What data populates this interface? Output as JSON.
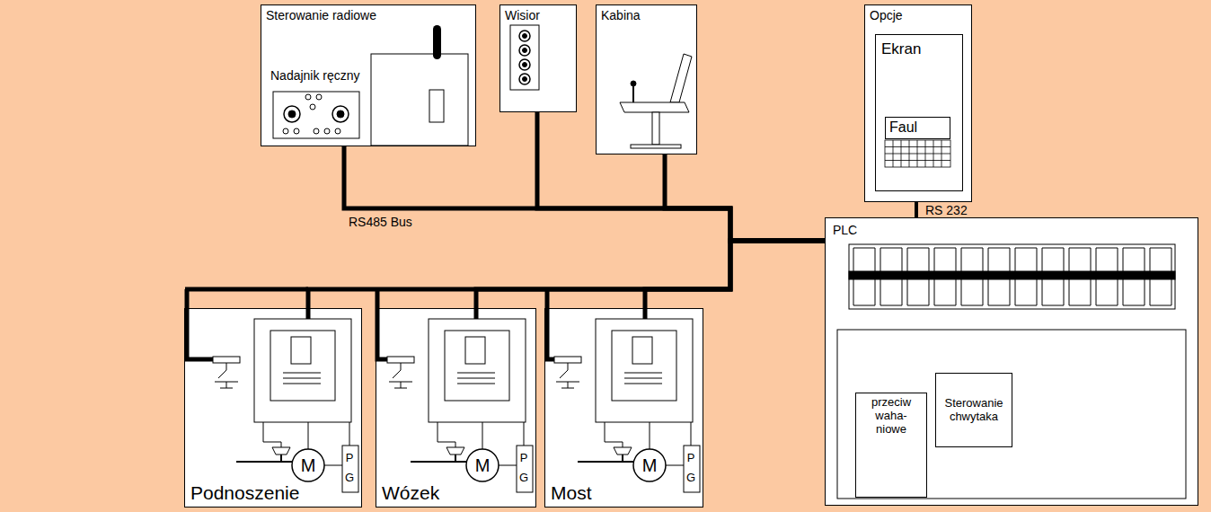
{
  "diagram": {
    "nodes": [
      {
        "text": [
          "Sterowanie radiowe"
        ]
      },
      {
        "text": [
          "Nadajnik ręczny"
        ],
        "in": 0
      },
      {
        "text": [
          "Wisior"
        ]
      },
      {
        "text": [
          "Kabina"
        ]
      },
      {
        "text": [
          "Opcje"
        ]
      },
      {
        "text": [
          "Ekran"
        ],
        "in": 4
      },
      {
        "text": [
          "Faul"
        ],
        "in": 5
      },
      {
        "text": [
          "PLC"
        ]
      },
      {
        "text": [
          "przeciw waha- niowe"
        ],
        "in": 7
      },
      {
        "text": [
          "Sterowanie chwytaka"
        ],
        "in": 7
      },
      {
        "text": [
          "Podnoszenie"
        ]
      },
      {
        "text": [
          "Wózek"
        ]
      },
      {
        "text": [
          "Most"
        ]
      }
    ],
    "edges": [
      {
        "from": 0,
        "to": 7,
        "arrow": "none"
      },
      {
        "from": 2,
        "to": 7,
        "arrow": "none"
      },
      {
        "from": 3,
        "to": 7,
        "arrow": "none"
      },
      {
        "from": 10,
        "to": 7,
        "arrow": "none"
      },
      {
        "from": 11,
        "to": 7,
        "arrow": "none"
      },
      {
        "from": 12,
        "to": 7,
        "arrow": "none"
      },
      {
        "from": 4,
        "to": 7,
        "label": "RS 232",
        "arrow": "none"
      }
    ],
    "labels": [
      "RS485 Bus",
      "M",
      "P G",
      "M",
      "P G",
      "M",
      "P G"
    ]
  }
}
